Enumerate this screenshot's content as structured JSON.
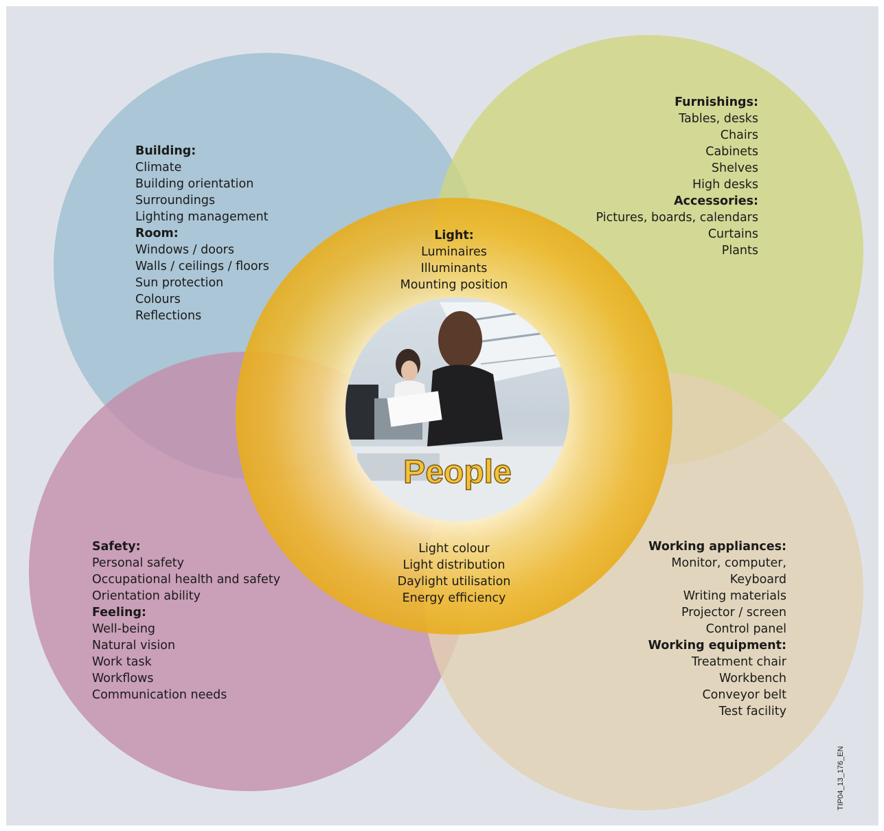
{
  "center_title": "People",
  "image_code": "TIP04_13_176_EN",
  "colors": {
    "background": "#dfe3e9",
    "building_circle": "#a8c4d5",
    "furnishings_circle": "#cfd57e",
    "safety_circle": "#c48cab",
    "appliances_circle": "#e2d1b1",
    "light_ring": "#f0b92a"
  },
  "groups": {
    "building": {
      "rows": [
        {
          "text": "Building:",
          "bold": true
        },
        {
          "text": "Climate"
        },
        {
          "text": "Building orientation"
        },
        {
          "text": "Surroundings"
        },
        {
          "text": "Lighting management"
        },
        {
          "text": "Room:",
          "bold": true
        },
        {
          "text": "Windows / doors"
        },
        {
          "text": "Walls / ceilings / floors"
        },
        {
          "text": "Sun protection"
        },
        {
          "text": "Colours"
        },
        {
          "text": "Reflections"
        }
      ]
    },
    "furnishings": {
      "rows": [
        {
          "text": "Furnishings:",
          "bold": true
        },
        {
          "text": "Tables, desks"
        },
        {
          "text": "Chairs"
        },
        {
          "text": "Cabinets"
        },
        {
          "text": "Shelves"
        },
        {
          "text": "High desks"
        },
        {
          "text": "Accessories:",
          "bold": true
        },
        {
          "text": "Pictures, boards, calendars"
        },
        {
          "text": "Curtains"
        },
        {
          "text": "Plants"
        }
      ]
    },
    "light": {
      "rows": [
        {
          "text": "Light:",
          "bold": true
        },
        {
          "text": "Luminaires"
        },
        {
          "text": "Illuminants"
        },
        {
          "text": "Mounting position"
        }
      ]
    },
    "light_quality": {
      "rows": [
        {
          "text": "Light colour"
        },
        {
          "text": "Light distribution"
        },
        {
          "text": "Daylight utilisation"
        },
        {
          "text": "Energy efficiency"
        }
      ]
    },
    "safety": {
      "rows": [
        {
          "text": "Safety:",
          "bold": true
        },
        {
          "text": "Personal safety"
        },
        {
          "text": "Occupational health and safety"
        },
        {
          "text": "Orientation ability"
        },
        {
          "text": "Feeling:",
          "bold": true
        },
        {
          "text": "Well-being"
        },
        {
          "text": "Natural vision"
        },
        {
          "text": "Work task"
        },
        {
          "text": "Workflows"
        },
        {
          "text": "Communication needs"
        }
      ]
    },
    "appliances": {
      "rows": [
        {
          "text": "Working appliances:",
          "bold": true
        },
        {
          "text": "Monitor, computer,"
        },
        {
          "text": "Keyboard"
        },
        {
          "text": "Writing materials"
        },
        {
          "text": "Projector / screen"
        },
        {
          "text": "Control panel"
        },
        {
          "text": "Working equipment:",
          "bold": true
        },
        {
          "text": "Treatment chair"
        },
        {
          "text": "Workbench"
        },
        {
          "text": "Conveyor belt"
        },
        {
          "text": "Test facility"
        }
      ]
    }
  }
}
